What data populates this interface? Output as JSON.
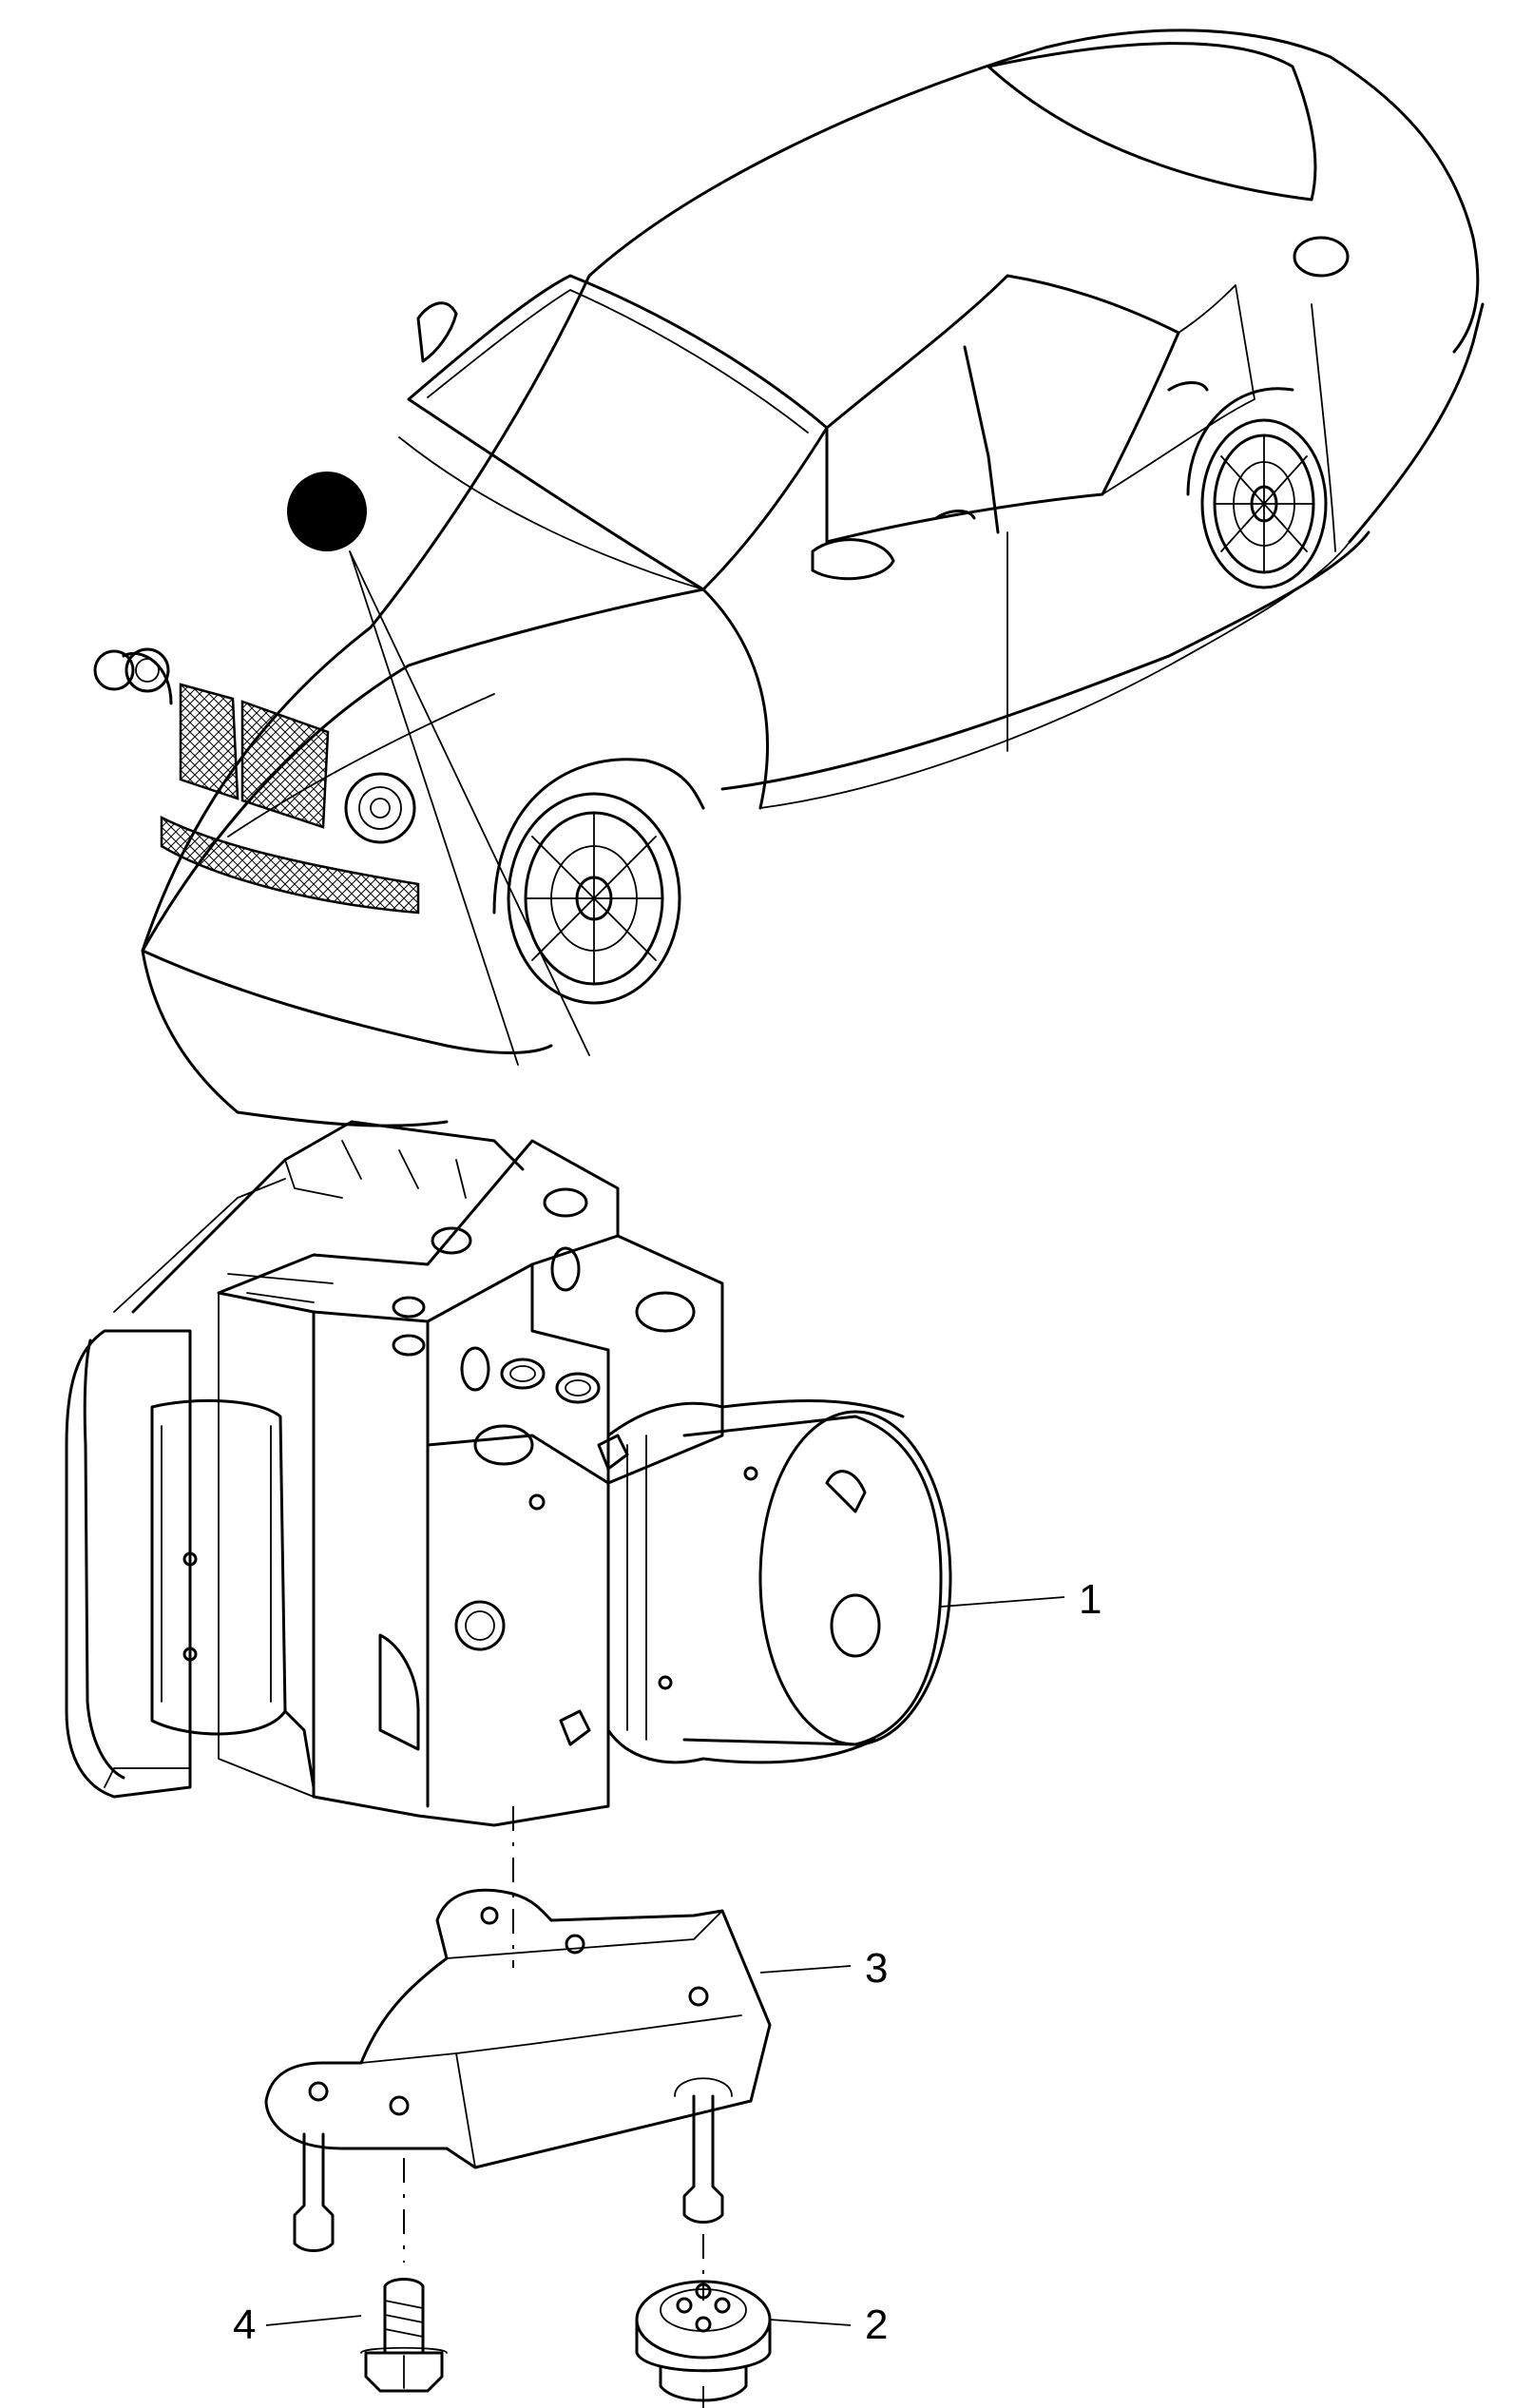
{
  "callouts": [
    {
      "id": "1",
      "label": "1"
    },
    {
      "id": "2",
      "label": "2"
    },
    {
      "id": "3",
      "label": "3"
    },
    {
      "id": "4",
      "label": "4"
    }
  ],
  "colors": {
    "line": "#000000",
    "background": "#ffffff",
    "location-marker": "#000000"
  }
}
